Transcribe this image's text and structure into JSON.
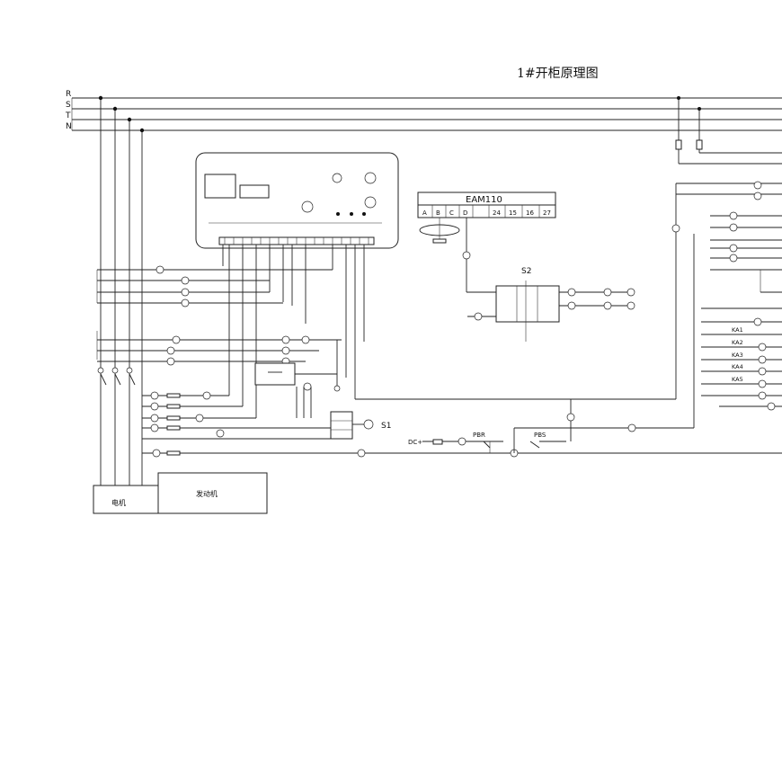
{
  "title": "1#开柜原理图",
  "buses": [
    "R",
    "S",
    "T",
    "N"
  ],
  "eam": {
    "name": "EAM110",
    "terminals": [
      "A",
      "B",
      "C",
      "D",
      "24",
      "15",
      "16",
      "27"
    ]
  },
  "labels": {
    "s1": "S1",
    "s2": "S2",
    "dc_plus": "DC+",
    "pb_a": "PBR",
    "pb_b": "PBS",
    "motor": "电机",
    "generator": "发动机"
  },
  "relays": [
    "KA1",
    "KA2",
    "KA3",
    "KA4",
    "KA5"
  ]
}
